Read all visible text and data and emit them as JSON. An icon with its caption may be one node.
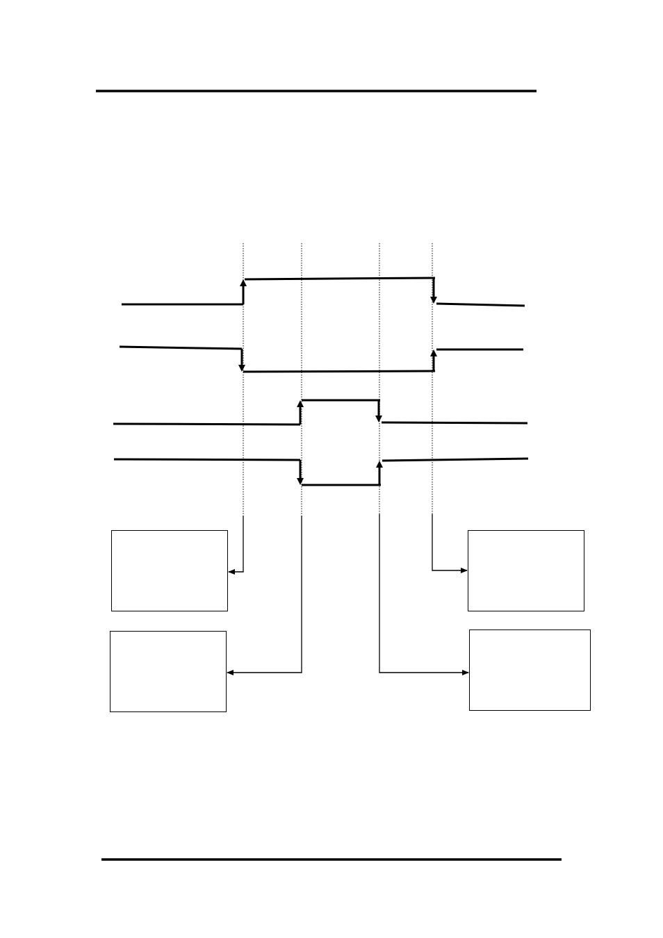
{
  "diagram": {
    "nodes": [
      {
        "text": [],
        "shape": "box"
      },
      {
        "text": [],
        "shape": "box"
      },
      {
        "text": [],
        "shape": "box"
      },
      {
        "text": [],
        "shape": "box"
      }
    ],
    "edges": [
      {
        "from": null,
        "to": 0,
        "arrow": "to"
      },
      {
        "from": null,
        "to": 1,
        "arrow": "to"
      },
      {
        "from": null,
        "to": 2,
        "arrow": "to"
      },
      {
        "from": null,
        "to": 3,
        "arrow": "to"
      }
    ]
  }
}
